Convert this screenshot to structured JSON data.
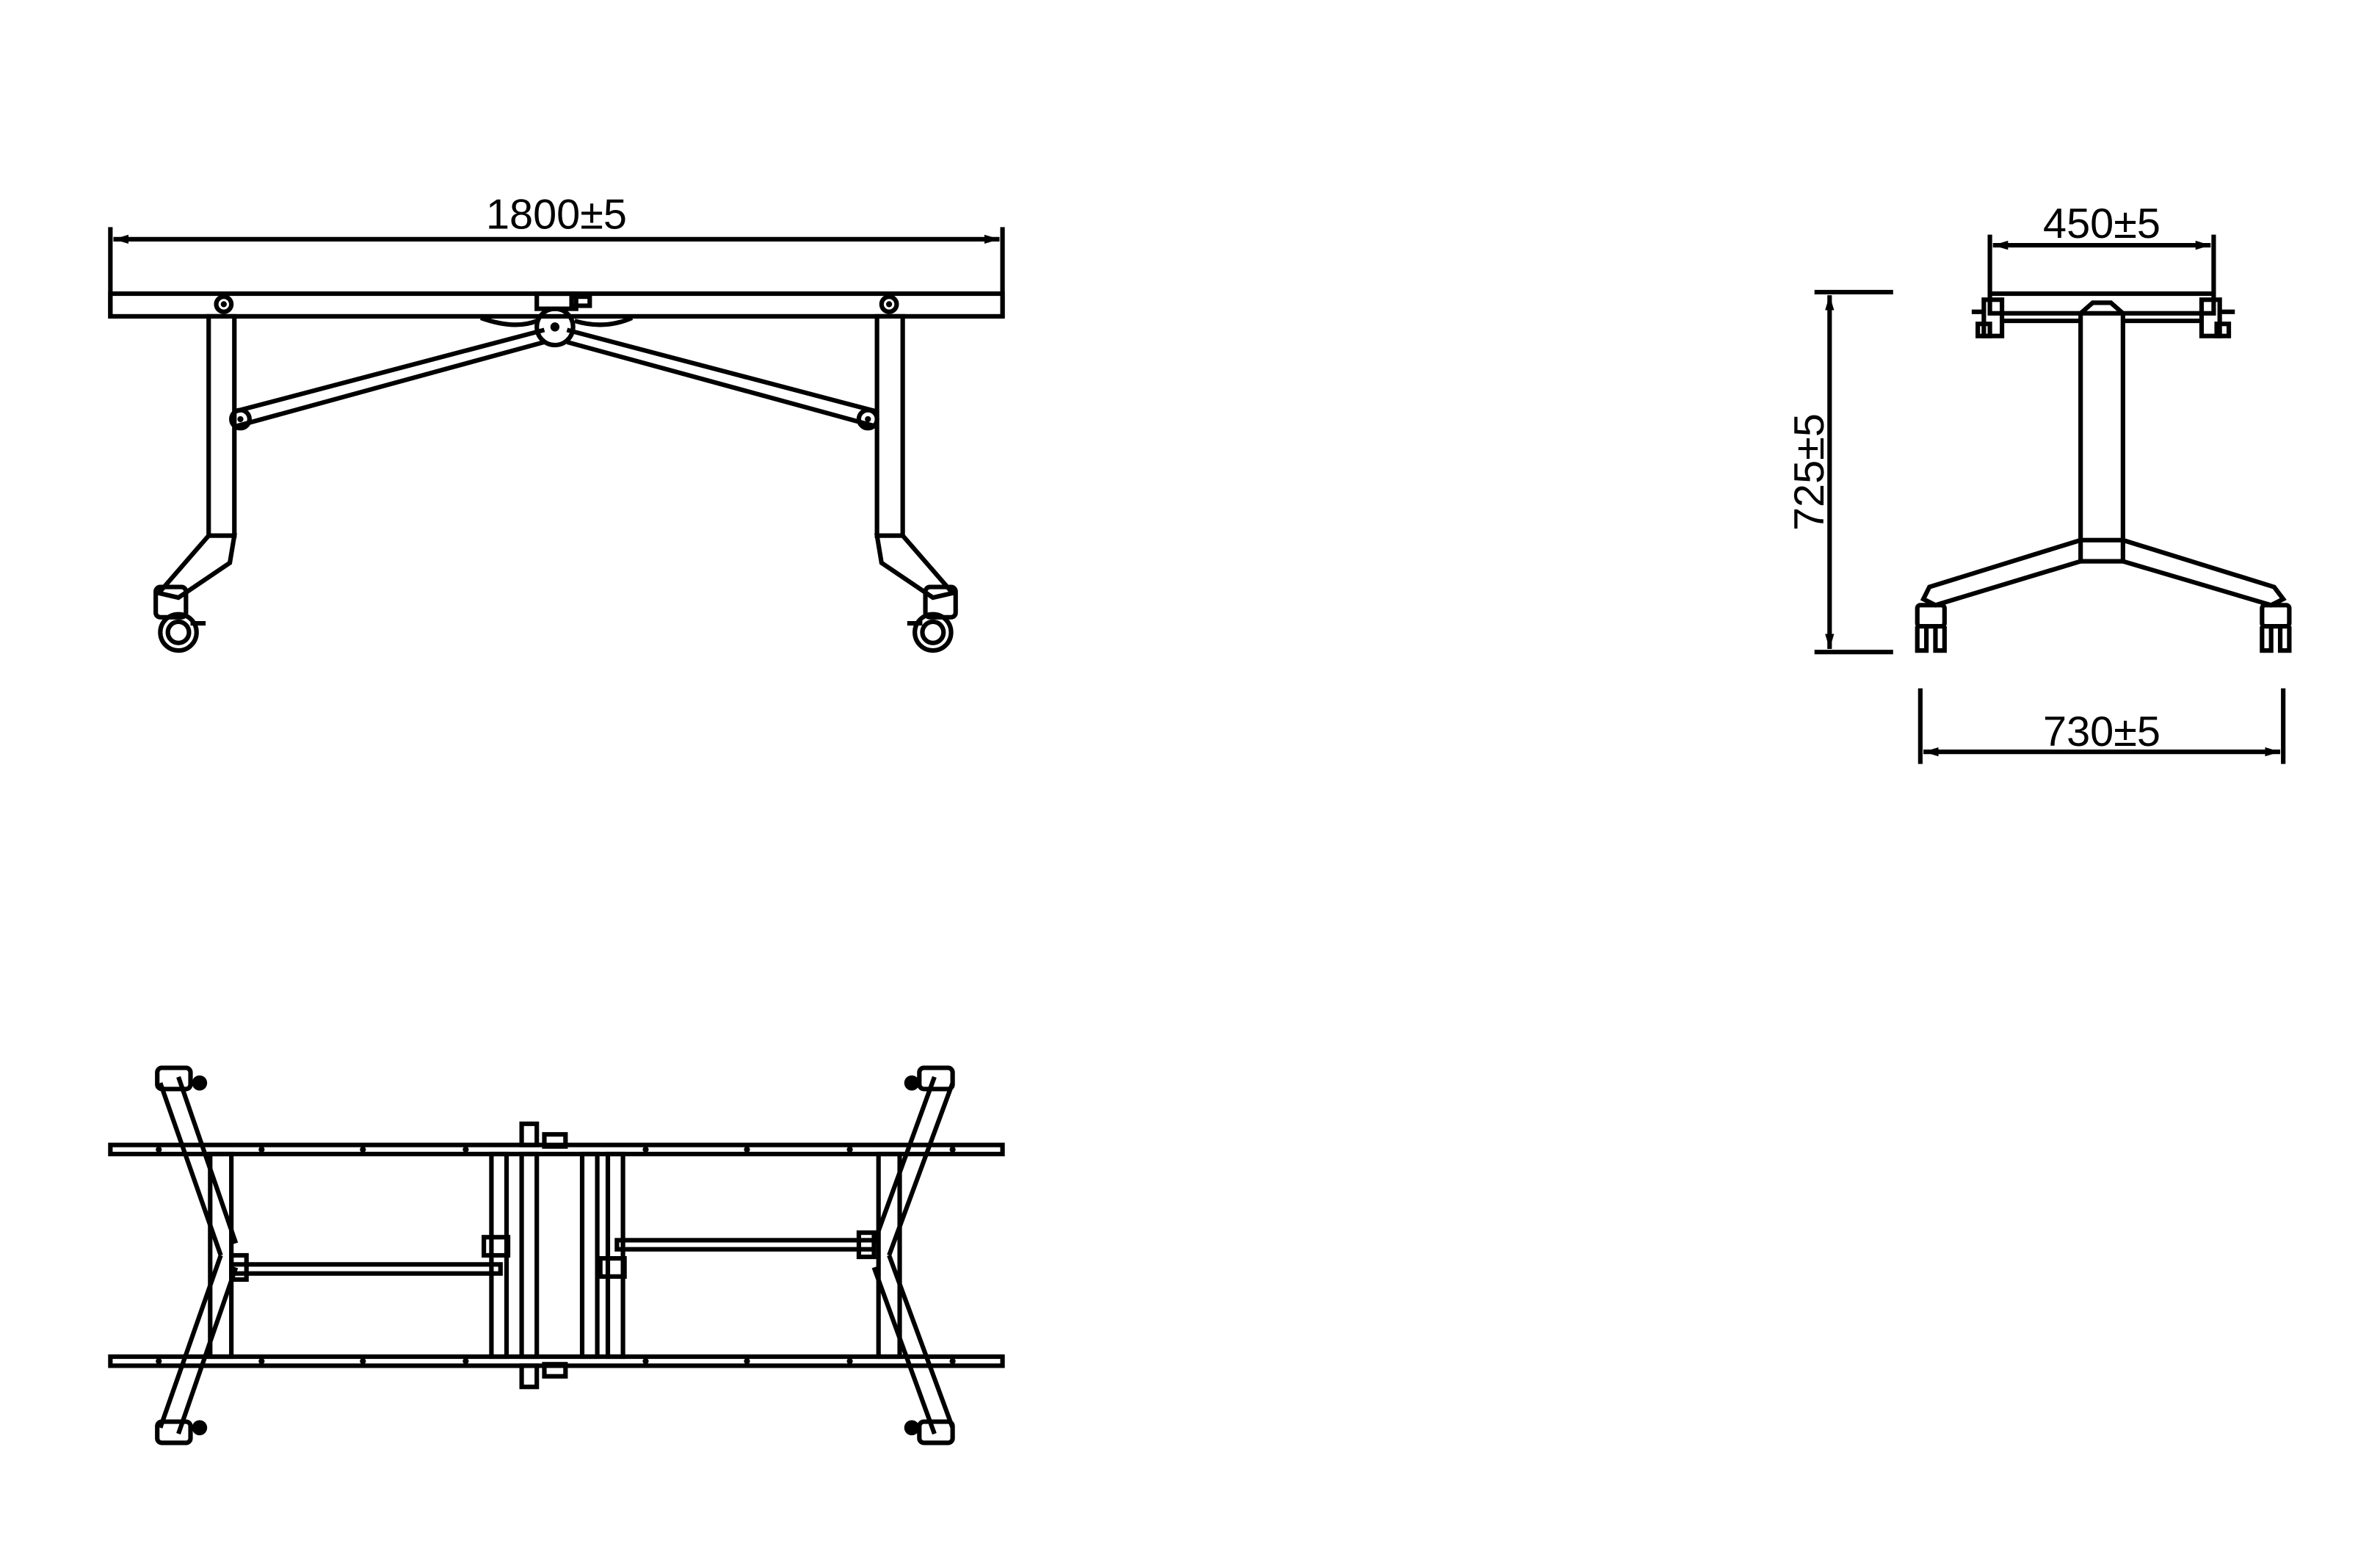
{
  "dimensions": {
    "length": "1800±5",
    "top_depth": "450±5",
    "height": "725±5",
    "base_width": "730±5"
  }
}
